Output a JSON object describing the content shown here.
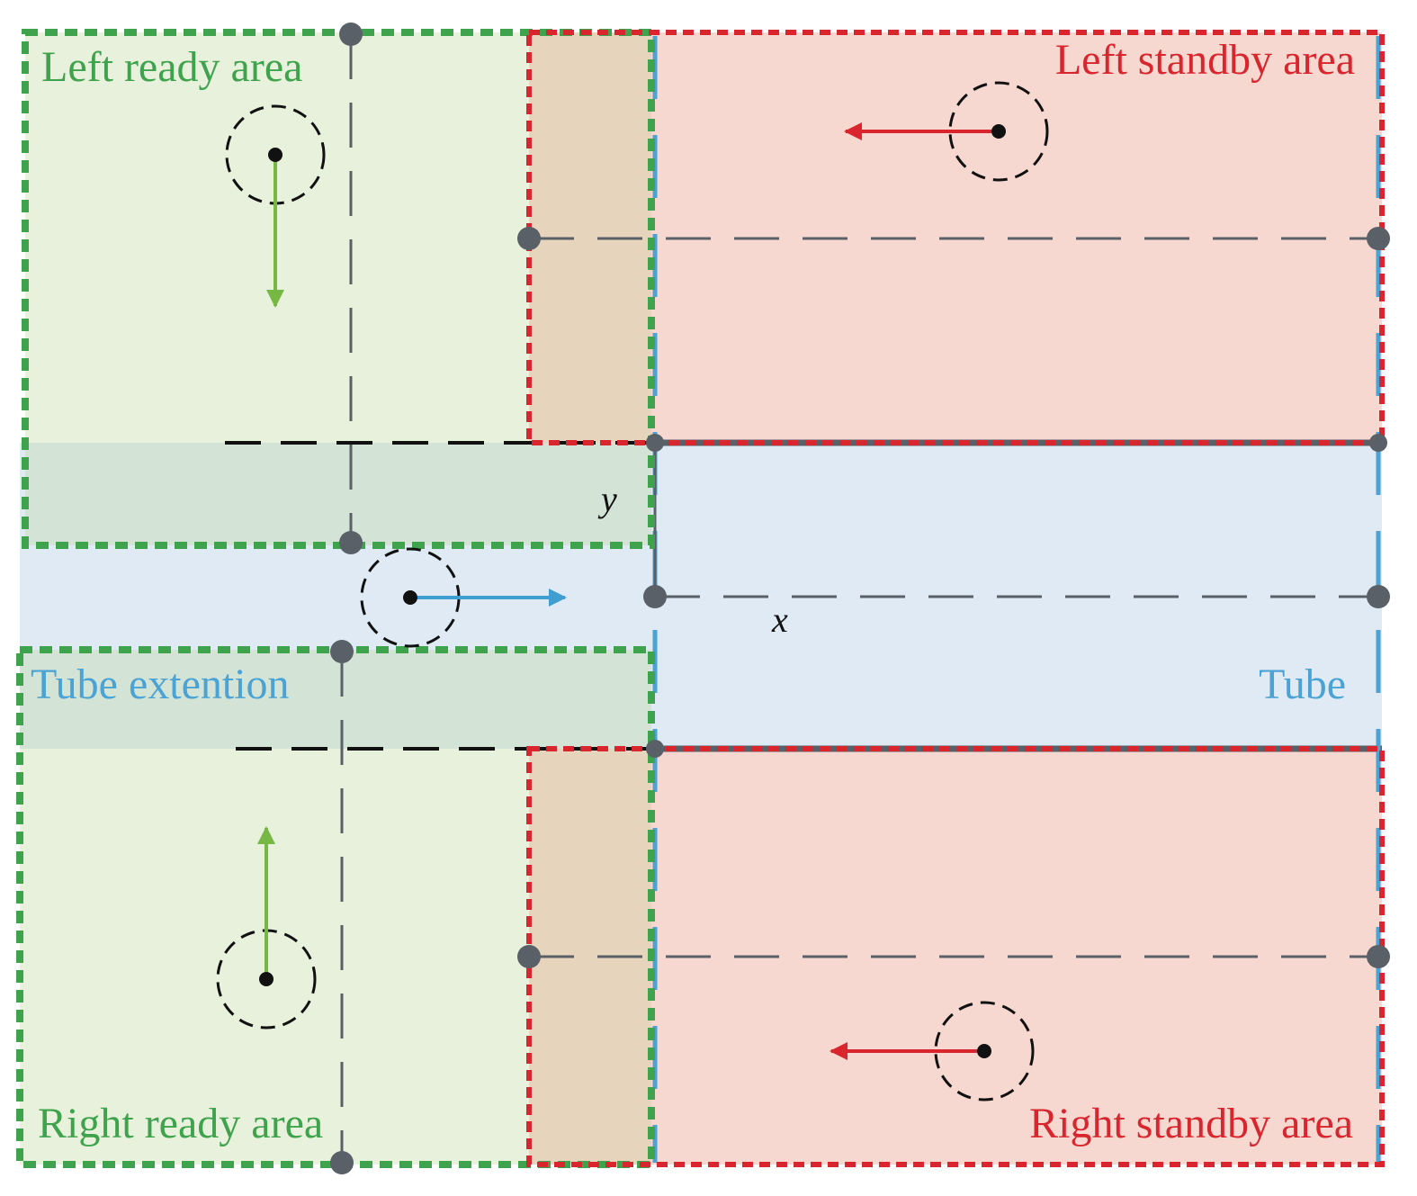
{
  "labels": {
    "left_ready": "Left ready area",
    "right_ready": "Right ready area",
    "left_standby": "Left standby area",
    "right_standby": "Right standby area",
    "tube_extension": "Tube extention",
    "tube": "Tube",
    "axis_x": "x",
    "axis_y": "y"
  },
  "colors": {
    "ready": "#3fa34d",
    "standby": "#d9262e",
    "tube": "#4aa3d4",
    "ready_fill": "#e7f1dc",
    "standby_fill": "#f7d8d0",
    "tube_fill": "#dfeaf4",
    "overlap_fill": "#e7d4bc",
    "ext_fill": "#d3e4d6",
    "line": "#5a6068",
    "ready_arrow": "#76b843",
    "standby_arrow": "#d9262e",
    "tube_arrow": "#3f9fd3"
  }
}
